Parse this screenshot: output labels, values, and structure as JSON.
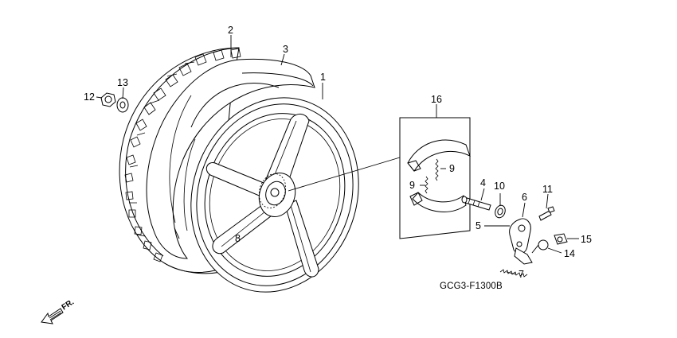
{
  "diagram": {
    "reference_code": "GCG3-F1300B",
    "direction_label": "FR.",
    "callouts": [
      {
        "id": "c1",
        "label": "1"
      },
      {
        "id": "c2",
        "label": "2"
      },
      {
        "id": "c3",
        "label": "3"
      },
      {
        "id": "c4",
        "label": "4"
      },
      {
        "id": "c5",
        "label": "5"
      },
      {
        "id": "c6",
        "label": "6"
      },
      {
        "id": "c7",
        "label": "7"
      },
      {
        "id": "c8",
        "label": "8"
      },
      {
        "id": "c9a",
        "label": "9"
      },
      {
        "id": "c9b",
        "label": "9"
      },
      {
        "id": "c10",
        "label": "10"
      },
      {
        "id": "c11",
        "label": "11"
      },
      {
        "id": "c12",
        "label": "12"
      },
      {
        "id": "c13",
        "label": "13"
      },
      {
        "id": "c14",
        "label": "14"
      },
      {
        "id": "c15",
        "label": "15"
      },
      {
        "id": "c16",
        "label": "16"
      }
    ]
  }
}
